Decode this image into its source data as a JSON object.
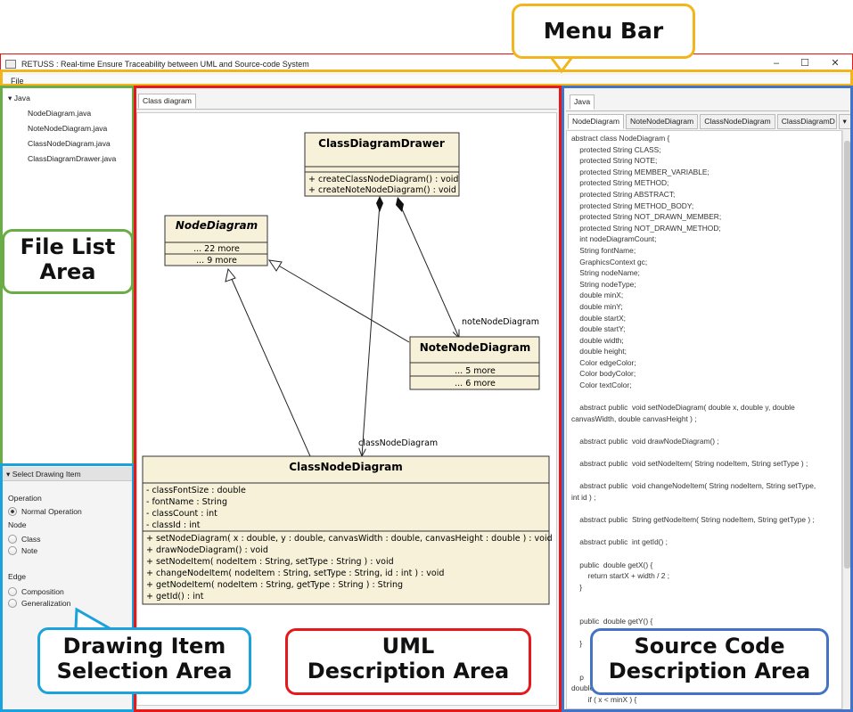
{
  "window": {
    "title": "RETUSS : Real-time Ensure Traceability between UML and Source-code System",
    "controls": {
      "minimize": "–",
      "maximize": "☐",
      "close": "✕"
    }
  },
  "menu": {
    "file": "File"
  },
  "file_tree": {
    "root": "Java",
    "files": [
      "NodeDiagram.java",
      "NoteNodeDiagram.java",
      "ClassNodeDiagram.java",
      "ClassDiagramDrawer.java"
    ]
  },
  "drawing_panel": {
    "header": "Select Drawing Item",
    "operation_label": "Operation",
    "operation_options": [
      "Normal Operation"
    ],
    "node_label": "Node",
    "node_options": [
      "Class",
      "Note"
    ],
    "edge_label": "Edge",
    "edge_options": [
      "Composition",
      "Generalization"
    ]
  },
  "uml": {
    "tab": "Class diagram",
    "drawer": {
      "name": "ClassDiagramDrawer",
      "ops": [
        "+ createClassNodeDiagram() : void",
        "+ createNoteNodeDiagram() : void"
      ]
    },
    "node": {
      "name": "NodeDiagram",
      "attrs": "... 22 more",
      "ops": "... 9 more"
    },
    "note": {
      "name": "NoteNodeDiagram",
      "attrs": "... 5 more",
      "ops": "... 6 more"
    },
    "class_node": {
      "name": "ClassNodeDiagram",
      "attrs": [
        "- classFontSize : double",
        "- fontName : String",
        "- classCount : int",
        "- classId : int"
      ],
      "ops": [
        "+ setNodeDiagram(  x : double,  y : double,  canvasWidth : double,  canvasHeight : double ) : void",
        "+ drawNodeDiagram() : void",
        "+ setNodeItem(  nodeItem : String,  setType : String ) : void",
        "+ changeNodeItem(  nodeItem : String,  setType : String,  id : int ) : void",
        "+ getNodeItem(  nodeItem : String,  getType : String ) :  String",
        "+ getId() :  int"
      ]
    },
    "edge_labels": {
      "note": "noteNodeDiagram",
      "class": "classNodeDiagram"
    }
  },
  "source": {
    "lang_tab": "Java",
    "file_tabs": [
      "NodeDiagram",
      "NoteNodeDiagram",
      "ClassNodeDiagram",
      "ClassDiagramD"
    ],
    "dropdown_icon": "▾",
    "code": "abstract class NodeDiagram {\n    protected String CLASS;\n    protected String NOTE;\n    protected String MEMBER_VARIABLE;\n    protected String METHOD;\n    protected String ABSTRACT;\n    protected String METHOD_BODY;\n    protected String NOT_DRAWN_MEMBER;\n    protected String NOT_DRAWN_METHOD;\n    int nodeDiagramCount;\n    String fontName;\n    GraphicsContext gc;\n    String nodeName;\n    String nodeType;\n    double minX;\n    double minY;\n    double startX;\n    double startY;\n    double width;\n    double height;\n    Color edgeColor;\n    Color bodyColor;\n    Color textColor;\n\n    abstract public  void setNodeDiagram( double x, double y, double\ncanvasWidth, double canvasHeight ) ;\n\n    abstract public  void drawNodeDiagram() ;\n\n    abstract public  void setNodeItem( String nodeItem, String setType ) ;\n\n    abstract public  void changeNodeItem( String nodeItem, String setType,\nint id ) ;\n\n    abstract public  String getNodeItem( String nodeItem, String getType ) ;\n\n    abstract public  int getId() ;\n\n    public  double getX() {\n        return startX + width / 2 ;\n    }\n\n\n    public  double getY() {\n\n    }\n\n\n    p\ndouble\n        if ( x < minX ) {"
  },
  "annotations": {
    "menu_bar": "Menu Bar",
    "file_list": [
      "File List",
      "Area"
    ],
    "drawing_item": [
      "Drawing Item",
      "Selection Area"
    ],
    "uml": [
      "UML",
      "Description Area"
    ],
    "source": [
      "Source Code",
      "Description Area"
    ]
  },
  "colors": {
    "menu": "#f2b51b",
    "file_list": "#6aac45",
    "drawing_item": "#1aa2dc",
    "uml": "#e5191c",
    "source": "#4472c4",
    "uml_fill": "#f6f1d8"
  }
}
